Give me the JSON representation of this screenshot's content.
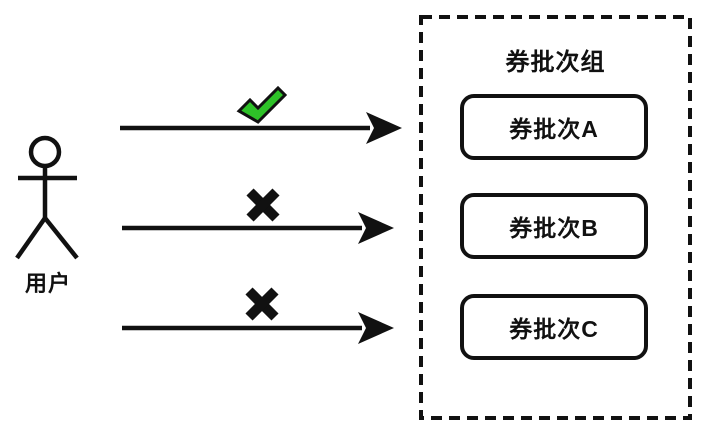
{
  "diagram": {
    "actor": {
      "label": "用户"
    },
    "group": {
      "title": "券批次组",
      "batches": [
        {
          "label": "券批次A"
        },
        {
          "label": "券批次B"
        },
        {
          "label": "券批次C"
        }
      ]
    },
    "arrows": [
      {
        "target": "券批次A",
        "result": "allowed",
        "icon": "check-icon"
      },
      {
        "target": "券批次B",
        "result": "denied",
        "icon": "x-icon"
      },
      {
        "target": "券批次C",
        "result": "denied",
        "icon": "x-icon"
      }
    ],
    "colors": {
      "check_green": "#2EC228",
      "stroke_black": "#111111",
      "background": "#FFFFFF"
    }
  }
}
